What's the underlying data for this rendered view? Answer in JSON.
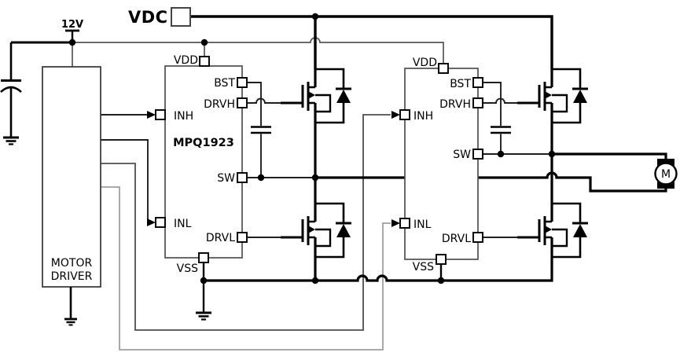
{
  "power": {
    "vdc": "VDC",
    "v12": "12V"
  },
  "driver": {
    "line1": "MOTOR",
    "line2": "DRIVER"
  },
  "ic_left": {
    "part": "MPQ1923",
    "pins": {
      "vdd": "VDD",
      "bst": "BST",
      "drvh": "DRVH",
      "inh": "INH",
      "sw": "SW",
      "inl": "INL",
      "drvl": "DRVL",
      "vss": "VSS"
    }
  },
  "ic_right": {
    "pins": {
      "vdd": "VDD",
      "bst": "BST",
      "drvh": "DRVH",
      "inh": "INH",
      "sw": "SW",
      "inl": "INL",
      "drvl": "DRVL",
      "vss": "VSS"
    }
  },
  "motor": {
    "label": "M"
  },
  "colors": {
    "power_net": "#000000",
    "signal_wire": "#1f1f1f",
    "box_stroke": "#4f4f4f",
    "rail_gray": "#555555",
    "loop_dark": "#4d4d4d",
    "loop_light": "#9e9e9e"
  }
}
